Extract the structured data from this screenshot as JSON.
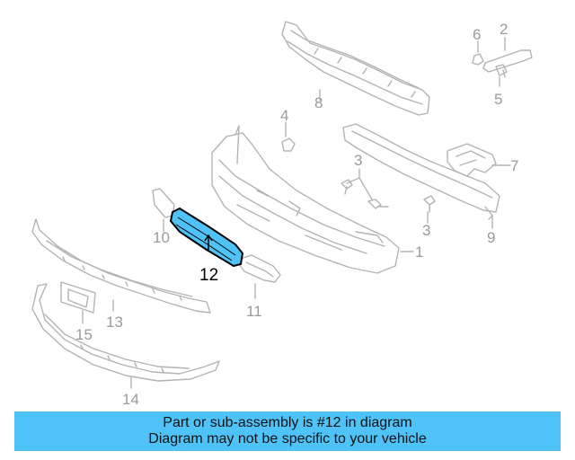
{
  "diagram": {
    "callouts": [
      "1",
      "2",
      "3",
      "3",
      "4",
      "5",
      "6",
      "7",
      "8",
      "9",
      "10",
      "11",
      "12",
      "13",
      "14",
      "15"
    ],
    "highlighted_part": "12",
    "colors": {
      "line": "#b3b3b3",
      "highlight_fill": "#4fc3f7",
      "highlight_stroke": "#000000"
    }
  },
  "banner": {
    "line1": "Part or sub-assembly is #12 in diagram",
    "line2": "Diagram may not be specific to your vehicle",
    "background": "#4fc3f7"
  }
}
